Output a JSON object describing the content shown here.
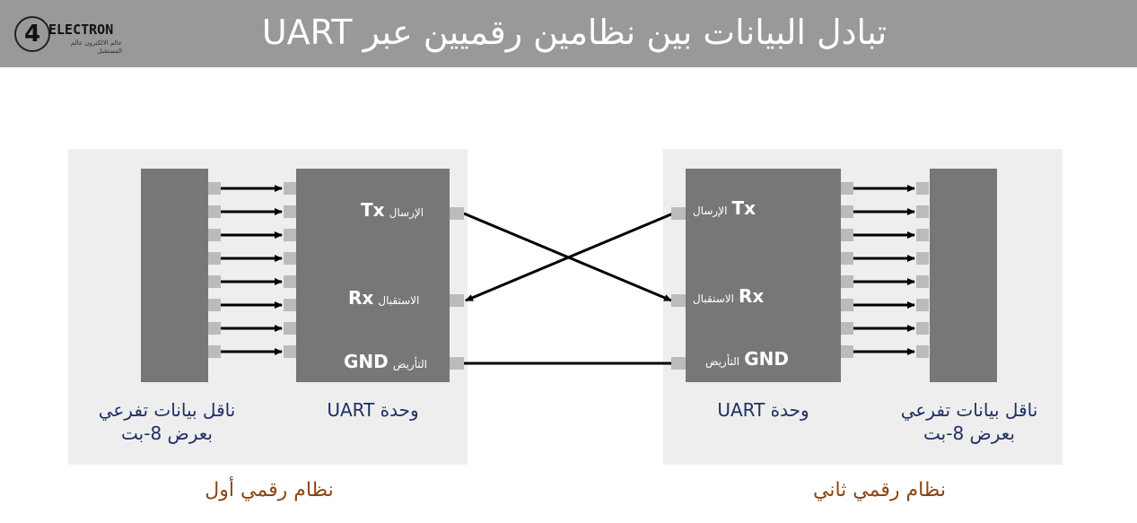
{
  "header": {
    "title": "تبادل البيانات بين نظامين رقميين عبر UART",
    "logo_number": "4",
    "logo_text": "ELECTRON",
    "logo_subtext": "عالم الالكترون عالم المستقبل"
  },
  "system1": {
    "title": "نظام رقمي أول",
    "bus_label_line1": "ناقل بيانات تفرعي",
    "bus_label_line2": "بعرض 8-بت",
    "uart_label": "وحدة UART",
    "pins": {
      "tx_code": "Tx",
      "tx_ar": "الإرسال",
      "rx_code": "Rx",
      "rx_ar": "الاستقبال",
      "gnd_code": "GND",
      "gnd_ar": "التأريض"
    }
  },
  "system2": {
    "title": "نظام رقمي ثاني",
    "bus_label_line1": "ناقل بيانات تفرعي",
    "bus_label_line2": "بعرض 8-بت",
    "uart_label": "وحدة UART",
    "pins": {
      "tx_code": "Tx",
      "tx_ar": "الإرسال",
      "rx_code": "Rx",
      "rx_ar": "الاستقبال",
      "gnd_code": "GND",
      "gnd_ar": "التأريض"
    }
  },
  "parallel_bits": 8,
  "colors": {
    "header_bg": "#999999",
    "panel_bg": "#eeeeee",
    "block": "#777777",
    "pin_square": "#bbbbbb",
    "label_text": "#1e2f66",
    "system_title": "#8b4513"
  }
}
